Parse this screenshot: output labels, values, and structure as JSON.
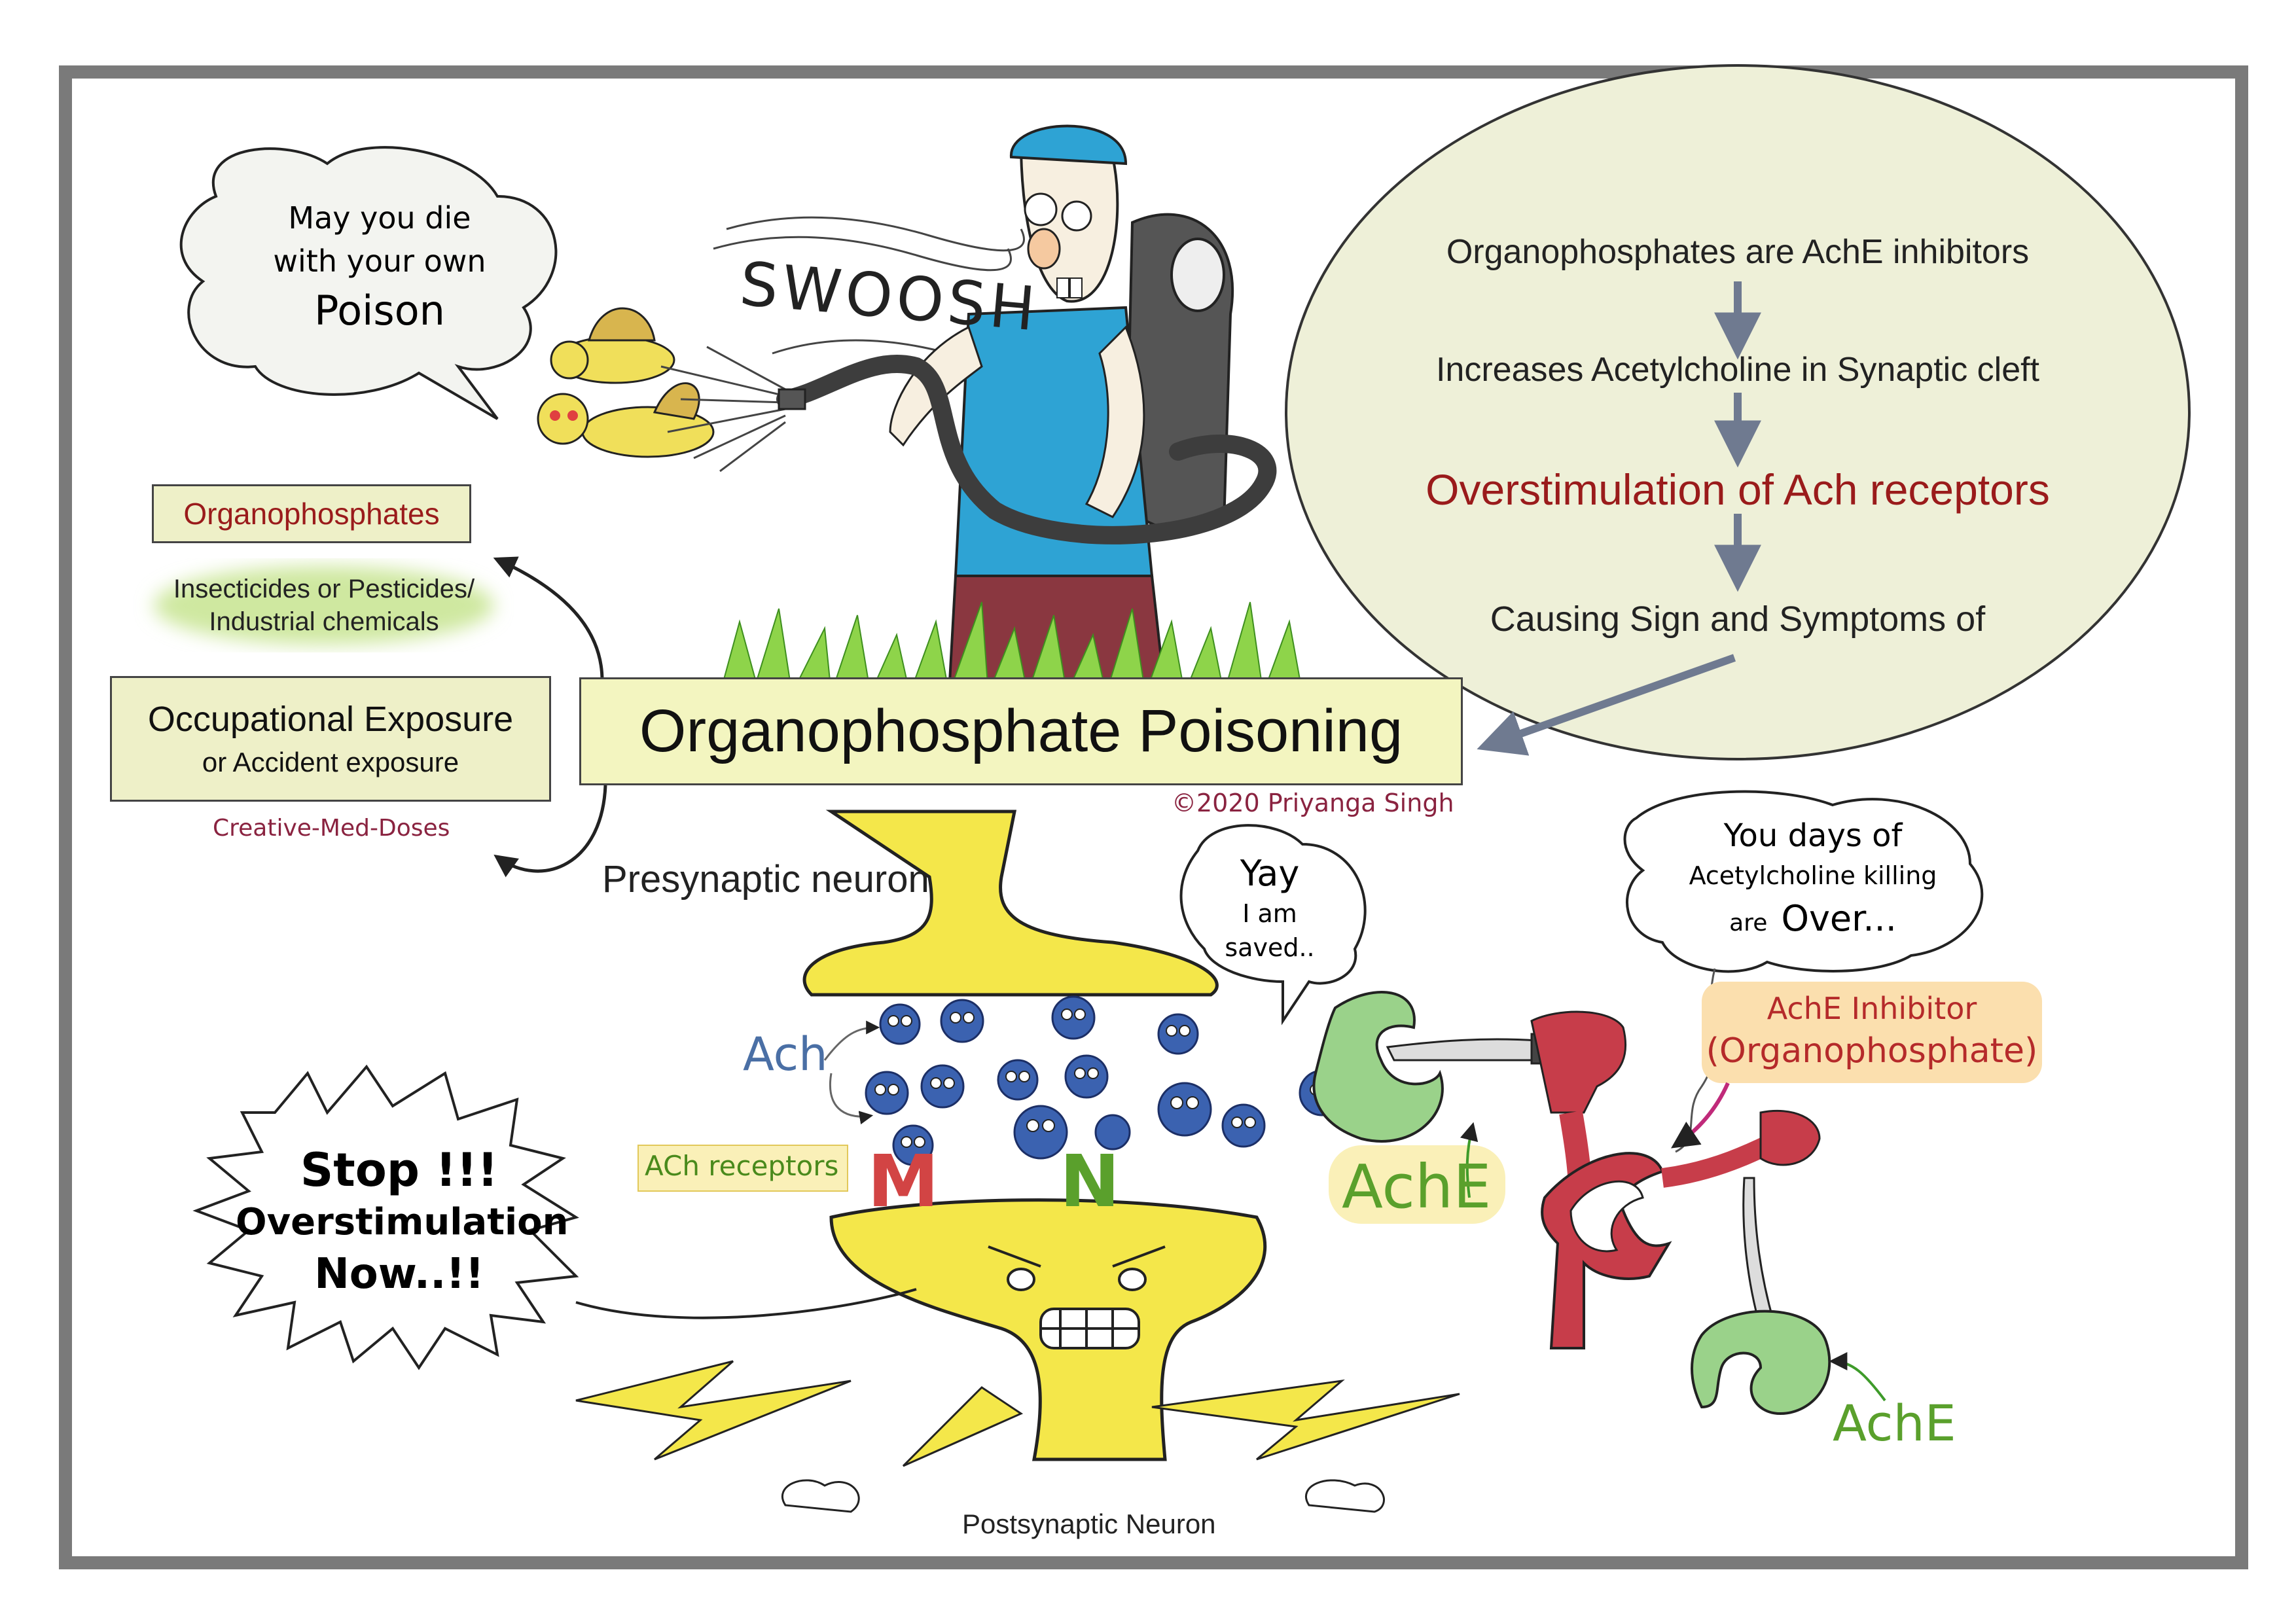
{
  "colors": {
    "frame": "#7a7a7a",
    "ellipse_fill": "#eef0d8",
    "box_fill": "#eef0c8",
    "dark_red": "#9a1b1b",
    "blue_text": "#4a6fa5",
    "green_text": "#5aa02c",
    "neuron_yellow": "#f4e74a",
    "ach_blue": "#3b62b0",
    "ache_green": "#9ad28a"
  },
  "speech_bubbles": {
    "bug": {
      "line1": "May you die",
      "line2": "with your own",
      "line3": "Poison"
    },
    "yay": {
      "line1": "Yay",
      "line2": "I am",
      "line3": "saved.."
    },
    "inhibitor": {
      "line1": "You days of",
      "line2": "Acetylcholine killing",
      "line3a": "are",
      "line3b": "Over..."
    },
    "stop": {
      "line1": "Stop !!!",
      "line2": "Overstimulation",
      "line3": "Now..!!"
    }
  },
  "swoosh": "SWOOSH",
  "mechanism": {
    "step1": "Organophosphates are AchE inhibitors",
    "step2": "Increases Acetylcholine in Synaptic cleft",
    "step3": "Overstimulation of Ach receptors",
    "step4": "Causing Sign and Symptoms of"
  },
  "title": "Organophosphate Poisoning",
  "copyright": "©2020 Priyanga Singh",
  "left_panel": {
    "organophosphates": "Organophosphates",
    "uses": "Insecticides or Pesticides/\nIndustrial chemicals",
    "exposure_title": "Occupational Exposure",
    "exposure_sub": "or Accident exposure",
    "credit": "Creative-Med-Doses"
  },
  "synapse": {
    "presynaptic": "Presynaptic neuron",
    "postsynaptic": "Postsynaptic Neuron",
    "ach": "Ach",
    "ach_receptors": "ACh receptors",
    "receptor_m": "M",
    "receptor_n": "N",
    "ache_1": "AchE",
    "ache_2": "AchE",
    "inhibitor_line1": "AchE Inhibitor",
    "inhibitor_line2": "(Organophosphate)"
  }
}
